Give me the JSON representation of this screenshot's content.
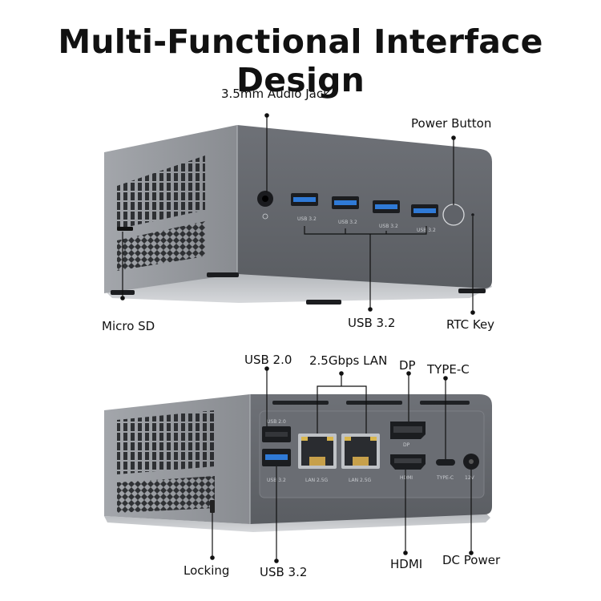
{
  "title": "Multi-Functional Interface Design",
  "front": {
    "callouts": {
      "audio_jack": "3.5mm Audio Jack",
      "power_button": "Power Button",
      "micro_sd": "Micro SD",
      "usb32": "USB 3.2",
      "rtc_key": "RTC Key"
    },
    "port_labels": [
      "USB 3.2",
      "USB 3.2",
      "USB 3.2",
      "USB 3.2"
    ]
  },
  "back": {
    "callouts": {
      "usb20": "USB 2.0",
      "lan": "2.5Gbps LAN",
      "dp": "DP",
      "typec": "TYPE-C",
      "locking": "Locking",
      "usb32": "USB 3.2",
      "hdmi": "HDMI",
      "dc_power": "DC Power"
    },
    "port_labels": {
      "usb20": "USB 2.0",
      "usb32": "USB 3.2",
      "lan1": "LAN 2.5G",
      "lan2": "LAN 2.5G",
      "dp": "DP",
      "hdmi": "HDMI",
      "typec": "TYPE-C",
      "dc": "12V"
    }
  },
  "colors": {
    "case_front": "#64676d",
    "case_top": "#8f9297",
    "case_side": "#55585d",
    "usb_blue": "#2f7ad6",
    "text": "#111111"
  }
}
